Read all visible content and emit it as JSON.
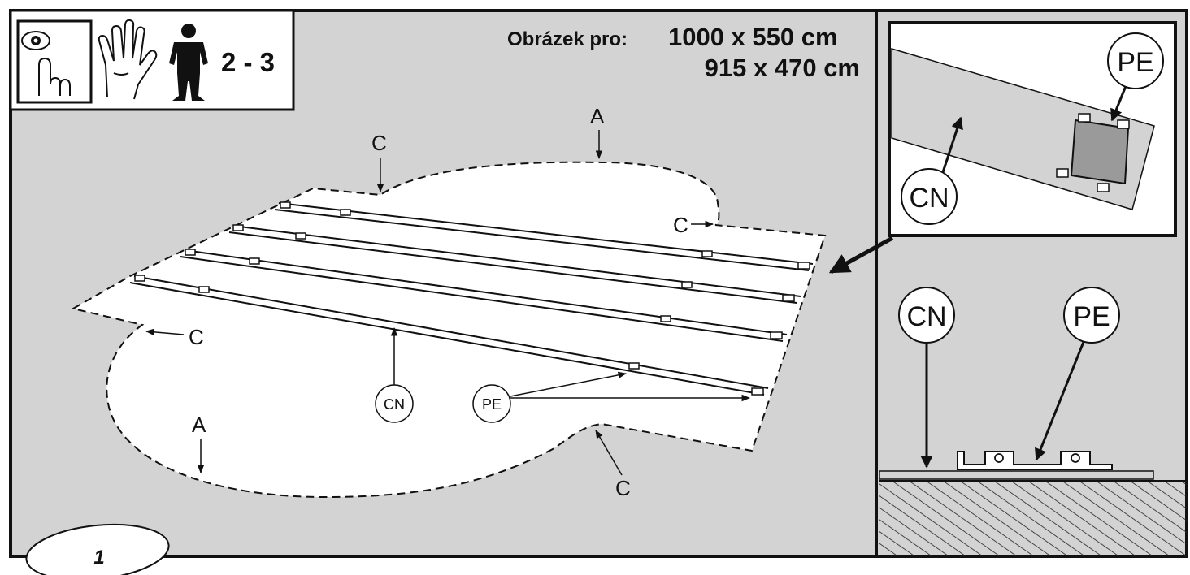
{
  "header": {
    "crew_count": "2 - 3",
    "caption_prefix": "Obrázek pro:",
    "size_primary": "1000 x 550 cm",
    "size_secondary": "915 x 470 cm",
    "icons": [
      "eye-hand-icon",
      "glove-icon",
      "person-icon"
    ]
  },
  "labels": {
    "A": "A",
    "C": "C",
    "CN": "CN",
    "PE": "PE"
  },
  "step_number": "1",
  "colors": {
    "background": "#d3d3d3",
    "line": "#1a1a1a",
    "surface": "#ffffff",
    "plate": "#9a9a9a"
  }
}
